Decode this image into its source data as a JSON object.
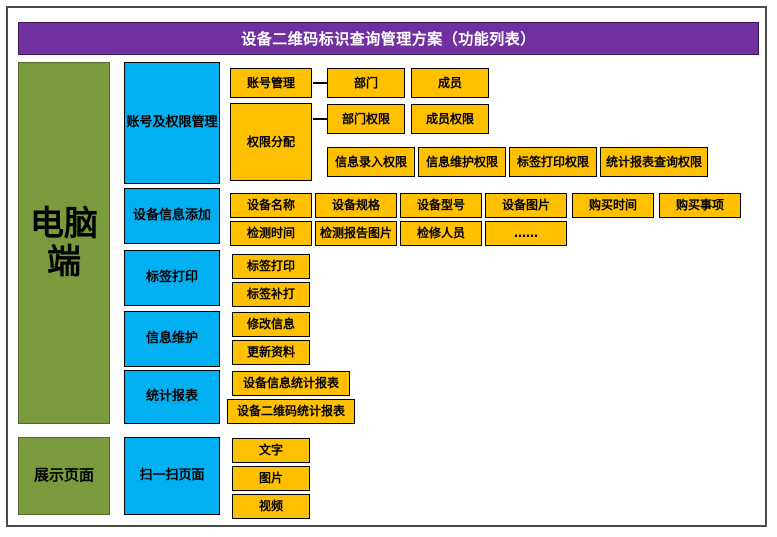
{
  "colors": {
    "title_bar": "#7030A0",
    "green": "#7A9A3E",
    "blue": "#00B0F0",
    "orange": "#FFC000",
    "border": "#000000",
    "frame": "#4A4A4A"
  },
  "header": {
    "title": "设备二维码标识查询管理方案（功能列表）"
  },
  "platforms": [
    {
      "label": "电脑端"
    },
    {
      "label": "展示页面"
    }
  ],
  "pc": {
    "label": "电脑端",
    "categories": [
      {
        "label": "账号及权限管理",
        "groups": [
          {
            "parent": "账号管理",
            "has_arrow": true,
            "children": [
              "部门",
              "成员"
            ]
          },
          {
            "parent": "权限分配",
            "has_arrow": true,
            "children": [
              "部门权限",
              "成员权限"
            ],
            "children_row2": [
              "信息录入权限",
              "信息维护权限",
              "标签打印权限",
              "统计报表查询权限"
            ]
          }
        ]
      },
      {
        "label": "设备信息添加",
        "items_row1": [
          "设备名称",
          "设备规格",
          "设备型号",
          "设备图片",
          "购买时间",
          "购买事项"
        ],
        "items_row2": [
          "检测时间",
          "检测报告图片",
          "检修人员",
          "……"
        ]
      },
      {
        "label": "标签打印",
        "items": [
          "标签打印",
          "标签补打"
        ]
      },
      {
        "label": "信息维护",
        "items": [
          "修改信息",
          "更新资料"
        ]
      },
      {
        "label": "统计报表",
        "items": [
          "设备信息统计报表",
          "设备二维码统计报表"
        ]
      }
    ]
  },
  "display": {
    "label": "展示页面",
    "category": "扫一扫页面",
    "items": [
      "文字",
      "图片",
      "视频"
    ]
  }
}
